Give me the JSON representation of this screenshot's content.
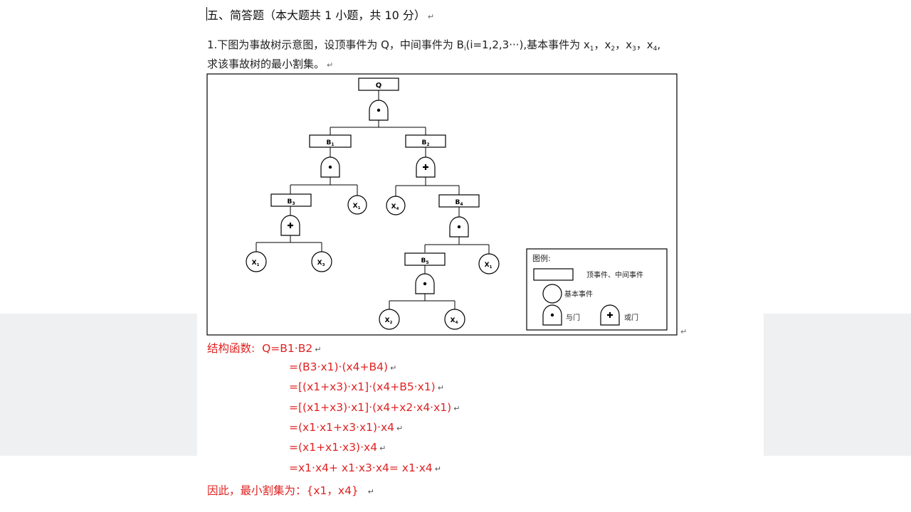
{
  "section_title": "五、简答题（本大题共 1 小题，共 10 分）",
  "question": {
    "line1_a": "1.下图为事故树示意图，设顶事件为 Q，中间事件为 B",
    "line1_sub_i": "i",
    "line1_b": "(i=1,2,3···),基本事件为 x",
    "x1": "1",
    "x2": "2",
    "x3": "3",
    "x4": "4",
    "sep": "，x",
    "line2": "求该事故树的最小割集。"
  },
  "tree": {
    "top_event": "Q",
    "B1": "B",
    "B1_sub": "1",
    "B2": "B",
    "B2_sub": "2",
    "B3": "B",
    "B3_sub": "3",
    "B4": "B",
    "B4_sub": "4",
    "B5": "B",
    "B5_sub": "5",
    "X": "X",
    "legend_title": "图例:",
    "legend_rect": "顶事件、中间事件",
    "legend_circle": "基本事件",
    "legend_and": "与门",
    "legend_or": "或门"
  },
  "answer": {
    "label": "结构函数:",
    "lines": [
      "Q=B1·B2",
      "=(B3·x1)·(x4+B4)",
      "=[(x1+x3)·x1]·(x4+B5·x1)",
      "=[(x1+x3)·x1]·(x4+x2·x4·x1)",
      "=(x1·x1+x3·x1)·x4",
      "=(x1+x1·x3)·x4",
      "=x1·x4+ x1·x3·x4= x1·x4"
    ],
    "conclusion": "因此，最小割集为：{x1，x4}"
  },
  "colors": {
    "answer_red": "#e02222",
    "side_band": "#eef0f2"
  }
}
